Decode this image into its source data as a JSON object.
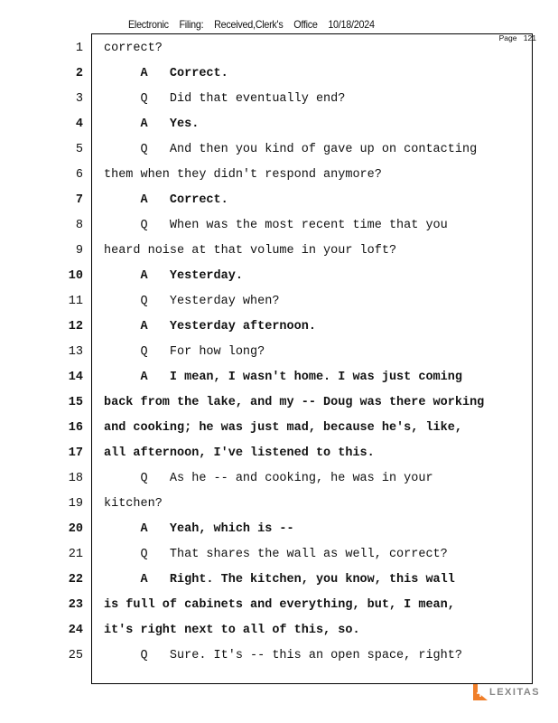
{
  "header": "Electronic Filing: Received,Clerk's Office 10/18/2024",
  "page_label": "Page 121",
  "logo": "LEXITAS",
  "lines": [
    {
      "n": "1",
      "text": "correct?",
      "bold": false
    },
    {
      "n": "2",
      "text": "     A   Correct.",
      "bold": true
    },
    {
      "n": "3",
      "text": "     Q   Did that eventually end?",
      "bold": false
    },
    {
      "n": "4",
      "text": "     A   Yes.",
      "bold": true
    },
    {
      "n": "5",
      "text": "     Q   And then you kind of gave up on contacting",
      "bold": false
    },
    {
      "n": "6",
      "text": "them when they didn't respond anymore?",
      "bold": false
    },
    {
      "n": "7",
      "text": "     A   Correct.",
      "bold": true
    },
    {
      "n": "8",
      "text": "     Q   When was the most recent time that you",
      "bold": false
    },
    {
      "n": "9",
      "text": "heard noise at that volume in your loft?",
      "bold": false
    },
    {
      "n": "10",
      "text": "     A   Yesterday.",
      "bold": true
    },
    {
      "n": "11",
      "text": "     Q   Yesterday when?",
      "bold": false
    },
    {
      "n": "12",
      "text": "     A   Yesterday afternoon.",
      "bold": true
    },
    {
      "n": "13",
      "text": "     Q   For how long?",
      "bold": false
    },
    {
      "n": "14",
      "text": "     A   I mean, I wasn't home. I was just coming",
      "bold": true
    },
    {
      "n": "15",
      "text": "back from the lake, and my -- Doug was there working",
      "bold": true
    },
    {
      "n": "16",
      "text": "and cooking; he was just mad, because he's, like,",
      "bold": true
    },
    {
      "n": "17",
      "text": "all afternoon, I've listened to this.",
      "bold": true
    },
    {
      "n": "18",
      "text": "     Q   As he -- and cooking, he was in your",
      "bold": false
    },
    {
      "n": "19",
      "text": "kitchen?",
      "bold": false
    },
    {
      "n": "20",
      "text": "     A   Yeah, which is --",
      "bold": true
    },
    {
      "n": "21",
      "text": "     Q   That shares the wall as well, correct?",
      "bold": false
    },
    {
      "n": "22",
      "text": "     A   Right. The kitchen, you know, this wall",
      "bold": true
    },
    {
      "n": "23",
      "text": "is full of cabinets and everything, but, I mean,",
      "bold": true
    },
    {
      "n": "24",
      "text": "it's right next to all of this, so.",
      "bold": true
    },
    {
      "n": "25",
      "text": "     Q   Sure. It's -- this an open space, right?",
      "bold": false
    }
  ]
}
